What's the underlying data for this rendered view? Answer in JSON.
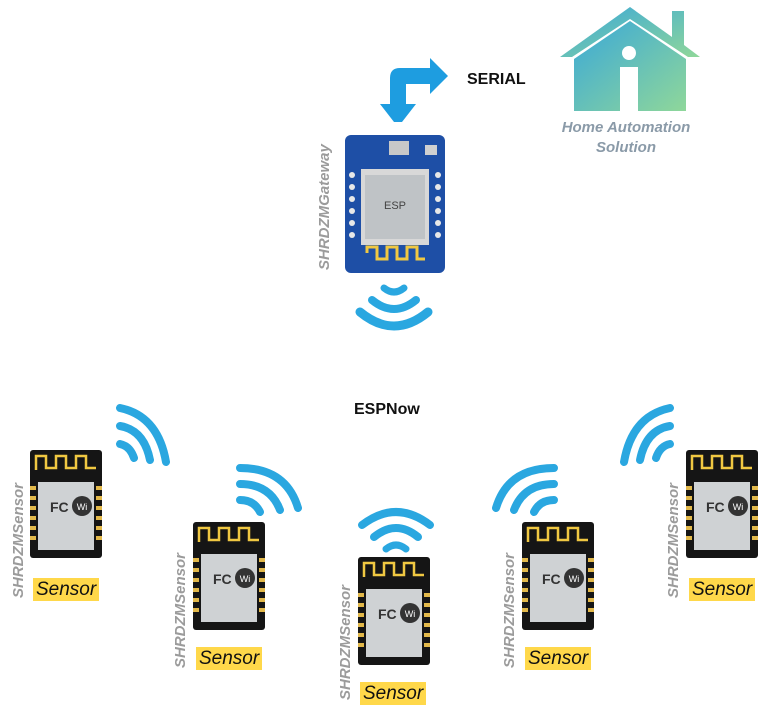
{
  "labels": {
    "serial": "SERIAL",
    "espnow": "ESPNow",
    "gateway": "SHRDZMGateway",
    "home_line1": "Home Automation",
    "home_line2": "Solution"
  },
  "sensors": [
    {
      "vertical": "SHRDZMSensor",
      "tag": "Sensor"
    },
    {
      "vertical": "SHRDZMSensor",
      "tag": "Sensor"
    },
    {
      "vertical": "SHRDZMSensor",
      "tag": "Sensor"
    },
    {
      "vertical": "SHRDZMSensor",
      "tag": "Sensor"
    },
    {
      "vertical": "SHRDZMSensor",
      "tag": "Sensor"
    }
  ],
  "colors": {
    "wifi_blue": "#2aa7e0",
    "arrow_blue": "#1e9de0",
    "tag_yellow": "#ffd84a",
    "house_gradient_start": "#3aa8d8",
    "house_gradient_end": "#8fd79a",
    "board_blue": "#1e4fa6"
  },
  "icons": [
    "serial-arrow-icon",
    "home-automation-icon",
    "gateway-board",
    "wifi-signal-icon",
    "esp-module"
  ]
}
